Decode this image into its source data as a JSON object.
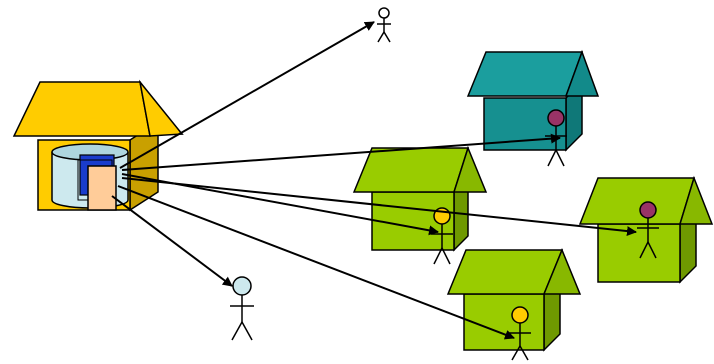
{
  "diagram": {
    "colors": {
      "background": "#ffffff",
      "outline": "#000000",
      "server_roof": "#ffcc00",
      "server_roof_side": "#d9a400",
      "server_front": "#ffcc00",
      "server_side": "#c9a000",
      "database": "#cde9ee",
      "database_top": "#aed6de",
      "blue_box": "#1a3ccc",
      "document": "#ffcc99",
      "teal_roof": "#1b9e9e",
      "teal_side": "#0f7878",
      "teal_front": "#169090",
      "green_roof": "#99cc00",
      "green_side": "#6f9900",
      "green_front": "#99cc00",
      "arrow": "#000000",
      "person_head_blue": "#cde9ee",
      "person_head_yellow": "#ffcc00",
      "person_head_purple": "#993366",
      "person_head_white": "#ffffff"
    },
    "nodes": [
      {
        "name": "server-building",
        "kind": "server"
      },
      {
        "name": "remote-user-top",
        "kind": "person",
        "head": "white"
      },
      {
        "name": "remote-user-bottom",
        "kind": "person",
        "head": "blue"
      },
      {
        "name": "teal-house",
        "kind": "house",
        "color": "teal"
      },
      {
        "name": "green-house-center",
        "kind": "house",
        "color": "green"
      },
      {
        "name": "green-house-right",
        "kind": "house",
        "color": "green"
      },
      {
        "name": "green-house-bottom",
        "kind": "house",
        "color": "green"
      }
    ]
  }
}
